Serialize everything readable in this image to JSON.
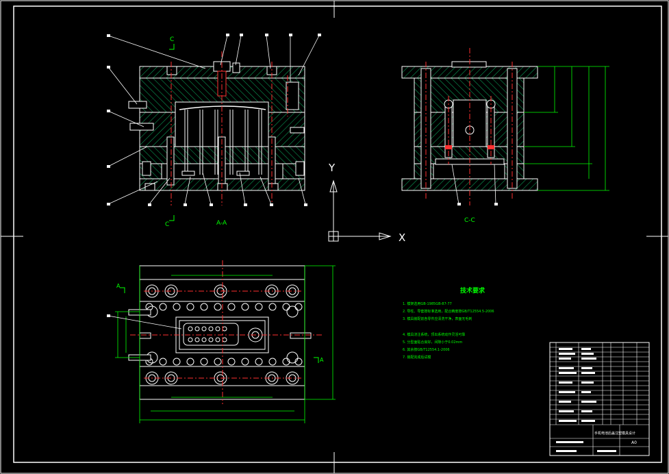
{
  "views": {
    "section_aa": {
      "cut_mark": "C",
      "label": "A-A"
    },
    "section_cc": {
      "label": "C-C"
    },
    "plan": {
      "cut_mark": "A"
    }
  },
  "ucs": {
    "y_label": "Y",
    "x_label": "X"
  },
  "tech_requirements": {
    "title": "技术要求",
    "lines": [
      "1. 模架选用GB-1985GB-87-77",
      "2. 导柱、导套按标准选用，配合精度按GB/T12554.5-2006",
      "3. 模具装配前各零件应清洗干净，表面无毛刺",
      "4. 模具浇注系统，顶出系统动作灵活可靠",
      "5. 分型面贴合良好，间隙小于0.02mm",
      "6. 其余按GB/T12554.1-2006",
      "7. 装配完成后试模"
    ]
  },
  "title_block": {
    "title": "手机电池后盖注塑模具设计",
    "sheet": "A0"
  },
  "colors": {
    "background": "#000000",
    "outline": "#ffffff",
    "hatch": "#00a35a",
    "dimension": "#00ff00",
    "center_line": "#ff3030",
    "frame": "#ffffff"
  }
}
